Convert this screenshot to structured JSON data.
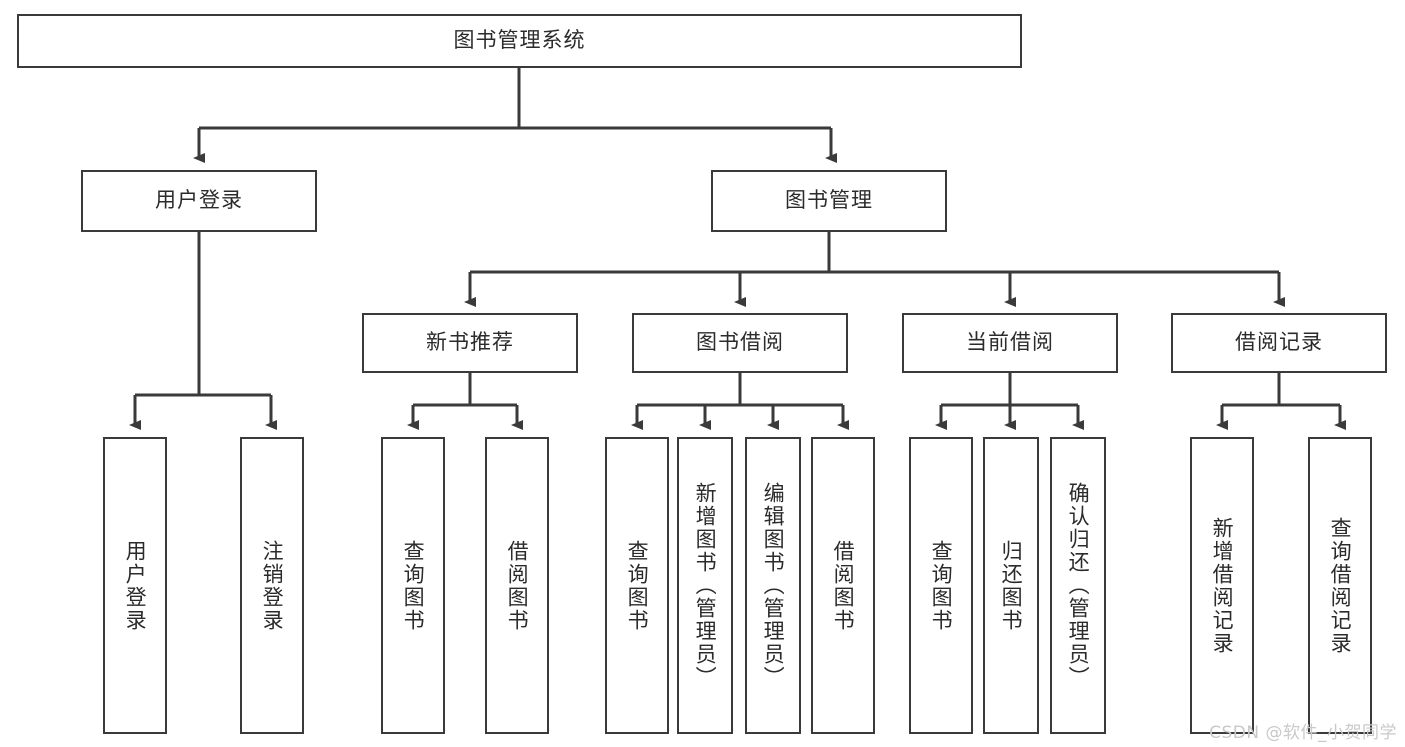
{
  "diagram": {
    "type": "tree-hierarchy",
    "title": "图书管理系统",
    "orientation": "top-down",
    "colors": {
      "box_border": "#3a3a3a",
      "box_fill": "#ffffff",
      "connector": "#3a3a3a",
      "text": "#2b2b2b",
      "watermark": "#c9c9c9",
      "background": "#ffffff"
    },
    "levels": {
      "root": {
        "label": "图书管理系统"
      },
      "level2": [
        {
          "id": "user-login",
          "label": "用户登录"
        },
        {
          "id": "book-manage",
          "label": "图书管理"
        }
      ],
      "level3": [
        {
          "id": "new-book-rec",
          "label": "新书推荐",
          "parent": "book-manage"
        },
        {
          "id": "book-borrow",
          "label": "图书借阅",
          "parent": "book-manage"
        },
        {
          "id": "current-borrow",
          "label": "当前借阅",
          "parent": "book-manage"
        },
        {
          "id": "borrow-record",
          "label": "借阅记录",
          "parent": "book-manage"
        }
      ],
      "leaves": [
        {
          "id": "leaf-user-login",
          "label": "用户登录",
          "parent": "user-login"
        },
        {
          "id": "leaf-logout",
          "label": "注销登录",
          "parent": "user-login"
        },
        {
          "id": "leaf-query-book-1",
          "label": "查询图书",
          "parent": "new-book-rec"
        },
        {
          "id": "leaf-borrow-book-1",
          "label": "借阅图书",
          "parent": "new-book-rec"
        },
        {
          "id": "leaf-query-book-2",
          "label": "查询图书",
          "parent": "book-borrow"
        },
        {
          "id": "leaf-add-book",
          "label": "新增图书（管理员）",
          "parent": "book-borrow"
        },
        {
          "id": "leaf-edit-book",
          "label": "编辑图书（管理员）",
          "parent": "book-borrow"
        },
        {
          "id": "leaf-borrow-book-2",
          "label": "借阅图书",
          "parent": "book-borrow"
        },
        {
          "id": "leaf-query-book-3",
          "label": "查询图书",
          "parent": "current-borrow"
        },
        {
          "id": "leaf-return-book",
          "label": "归还图书",
          "parent": "current-borrow"
        },
        {
          "id": "leaf-confirm-return",
          "label": "确认归还（管理员）",
          "parent": "current-borrow"
        },
        {
          "id": "leaf-add-record",
          "label": "新增借阅记录",
          "parent": "borrow-record"
        },
        {
          "id": "leaf-query-record",
          "label": "查询借阅记录",
          "parent": "borrow-record"
        }
      ]
    },
    "watermark": "CSDN @软件_小贺同学"
  }
}
